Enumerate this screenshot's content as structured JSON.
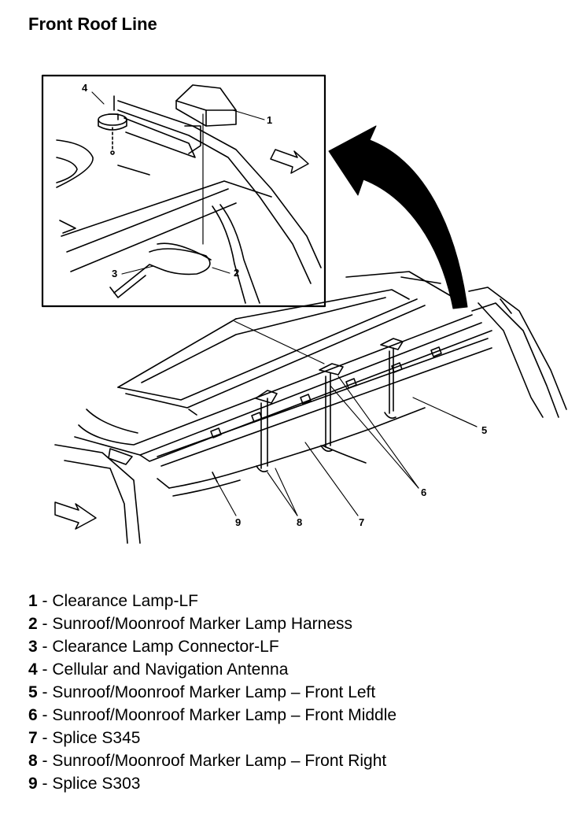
{
  "title": "Front Roof Line",
  "callouts": {
    "c1": "1",
    "c2": "2",
    "c3": "3",
    "c4": "4",
    "c5": "5",
    "c6": "6",
    "c7": "7",
    "c8": "8",
    "c9": "9"
  },
  "legend": [
    {
      "num": "1",
      "sep": " - ",
      "text": "Clearance Lamp-LF"
    },
    {
      "num": "2",
      "sep": " - ",
      "text": "Sunroof/Moonroof Marker Lamp Harness"
    },
    {
      "num": "3",
      "sep": " - ",
      "text": "Clearance Lamp Connector-LF"
    },
    {
      "num": "4",
      "sep": " - ",
      "text": "Cellular and Navigation Antenna"
    },
    {
      "num": "5",
      "sep": " - ",
      "text": "Sunroof/Moonroof Marker Lamp – Front Left"
    },
    {
      "num": "6",
      "sep": " - ",
      "text": "Sunroof/Moonroof Marker Lamp – Front Middle"
    },
    {
      "num": "7",
      "sep": " - ",
      "text": "Splice S345"
    },
    {
      "num": "8",
      "sep": " - ",
      "text": "Sunroof/Moonroof Marker Lamp – Front Right"
    },
    {
      "num": "9",
      "sep": " - ",
      "text": "Splice S303"
    }
  ]
}
